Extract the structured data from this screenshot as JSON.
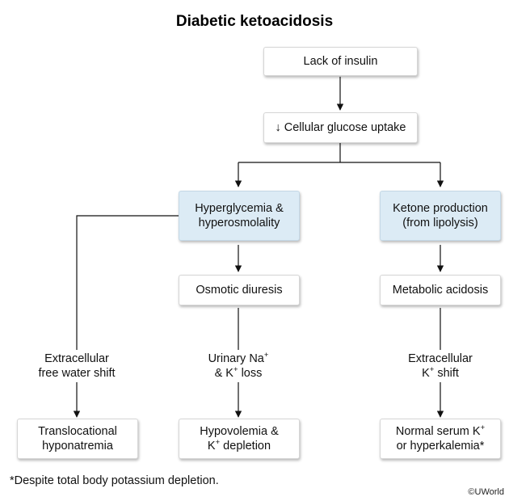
{
  "title": "Diabetic ketoacidosis",
  "nodes": {
    "lack_of_insulin": {
      "lines": [
        "Lack of insulin"
      ]
    },
    "glucose_uptake": {
      "lines": [
        "↓ Cellular glucose uptake"
      ]
    },
    "hyperglycemia": {
      "lines": [
        "Hyperglycemia &",
        "hyperosmolality"
      ]
    },
    "ketone_production": {
      "lines": [
        "Ketone production",
        "(from lipolysis)"
      ]
    },
    "osmotic_diuresis": {
      "lines": [
        "Osmotic diuresis"
      ]
    },
    "metabolic_acidosis": {
      "lines": [
        "Metabolic acidosis"
      ]
    },
    "translocational_hyponatremia": {
      "lines": [
        "Translocational",
        "hyponatremia"
      ]
    },
    "hypovolemia": {
      "line1": "Hypovolemia &",
      "line2_sym": "K",
      "line2_sup": "+",
      "line2_rest": " depletion"
    },
    "normal_serum_k": {
      "line1_pre": "Normal serum K",
      "line1_sup": "+",
      "line2": "or hyperkalemia*"
    }
  },
  "edge_labels": {
    "free_water_shift": {
      "lines": [
        "Extracellular",
        "free water shift"
      ]
    },
    "urinary_loss": {
      "line1_pre": "Urinary Na",
      "line1_sup": "+",
      "line2_pre": "& K",
      "line2_sup": "+",
      "line2_rest": " loss"
    },
    "k_shift": {
      "line1": "Extracellular",
      "line2_pre": "K",
      "line2_sup": "+",
      "line2_rest": " shift"
    }
  },
  "footnote": "*Despite total body potassium depletion.",
  "credit": "©UWorld",
  "colors": {
    "highlight_fill": "#dcebf5",
    "box_fill": "#ffffff",
    "line": "#111111"
  }
}
